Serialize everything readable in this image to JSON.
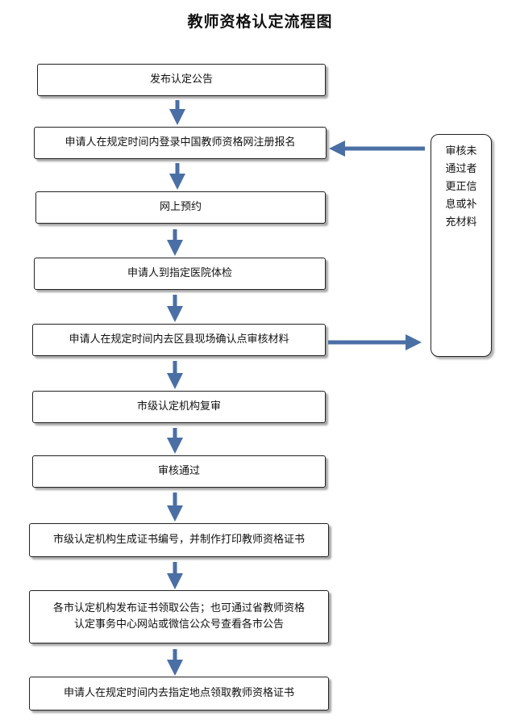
{
  "title": "教师资格认定流程图",
  "steps": [
    {
      "lines": [
        "发布认定公告"
      ]
    },
    {
      "lines": [
        "申请人在规定时间内登录中国教师资格网注册报名"
      ]
    },
    {
      "lines": [
        "网上预约"
      ]
    },
    {
      "lines": [
        "申请人到指定医院体检"
      ]
    },
    {
      "lines": [
        "申请人在规定时间内去区县现场确认点审核材料"
      ]
    },
    {
      "lines": [
        "市级认定机构复审"
      ]
    },
    {
      "lines": [
        "审核通过"
      ]
    },
    {
      "lines": [
        "市级认定机构生成证书编号，并制作打印教师资格证书"
      ]
    },
    {
      "lines": [
        "各市认定机构发布证书领取公告；也可通过省教师资格",
        "认定事务中心网站或微信公众号查看各市公告"
      ]
    },
    {
      "lines": [
        "申请人在规定时间内去指定地点领取教师资格证书"
      ]
    }
  ],
  "side_box": {
    "lines": [
      "审核未",
      "通过者",
      "更正信",
      "息或补",
      "充材料"
    ]
  },
  "colors": {
    "arrow": "#4a6fa5",
    "border": "#222222"
  }
}
